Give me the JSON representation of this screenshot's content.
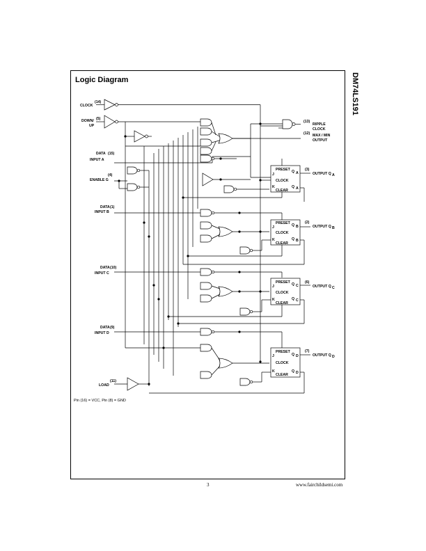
{
  "header": {
    "title": "Logic Diagram",
    "part_number": "DM74LS191"
  },
  "inputs": {
    "clock": {
      "label": "CLOCK",
      "pin": "(14)"
    },
    "down_up": {
      "label1": "DOWN/",
      "label2": "UP",
      "pin": "(5)"
    },
    "data_a": {
      "label1": "DATA",
      "label2": "INPUT A",
      "pin": "(15)"
    },
    "enable_g": {
      "label": "ENABLE G",
      "pin": "(4)"
    },
    "data_b": {
      "label1": "DATA",
      "label2": "INPUT B",
      "pin": "(1)"
    },
    "data_c": {
      "label1": "DATA",
      "label2": "INPUT C",
      "pin": "(10)"
    },
    "data_d": {
      "label1": "DATA",
      "label2": "INPUT D",
      "pin": "(9)"
    },
    "load": {
      "label": "LOAD",
      "pin": "(11)"
    }
  },
  "outputs": {
    "ripple_clock": {
      "label1": "RIPPLE",
      "label2": "CLOCK",
      "pin": "(13)"
    },
    "max_min": {
      "label1": "MAX / MIN",
      "label2": "OUTPUT",
      "pin": "(12)"
    },
    "qa": {
      "label": "OUTPUT Q",
      "sub": "A",
      "pin": "(3)"
    },
    "qb": {
      "label": "OUTPUT Q",
      "sub": "B",
      "pin": "(2)"
    },
    "qc": {
      "label": "OUTPUT Q",
      "sub": "C",
      "pin": "(6)"
    },
    "qd": {
      "label": "OUTPUT Q",
      "sub": "D",
      "pin": "(7)"
    }
  },
  "flipflop_labels": {
    "preset": "PRESET",
    "clock": "CLOCK",
    "clear": "CLEAR",
    "j": "J",
    "k": "K",
    "q": "Q"
  },
  "flipflops": [
    {
      "sub": "A"
    },
    {
      "sub": "B"
    },
    {
      "sub": "C"
    },
    {
      "sub": "D"
    }
  ],
  "footer": {
    "note": "Pin (16) = VCC, Pin (8) = GND",
    "page": "3",
    "url": "www.fairchildsemi.com"
  }
}
